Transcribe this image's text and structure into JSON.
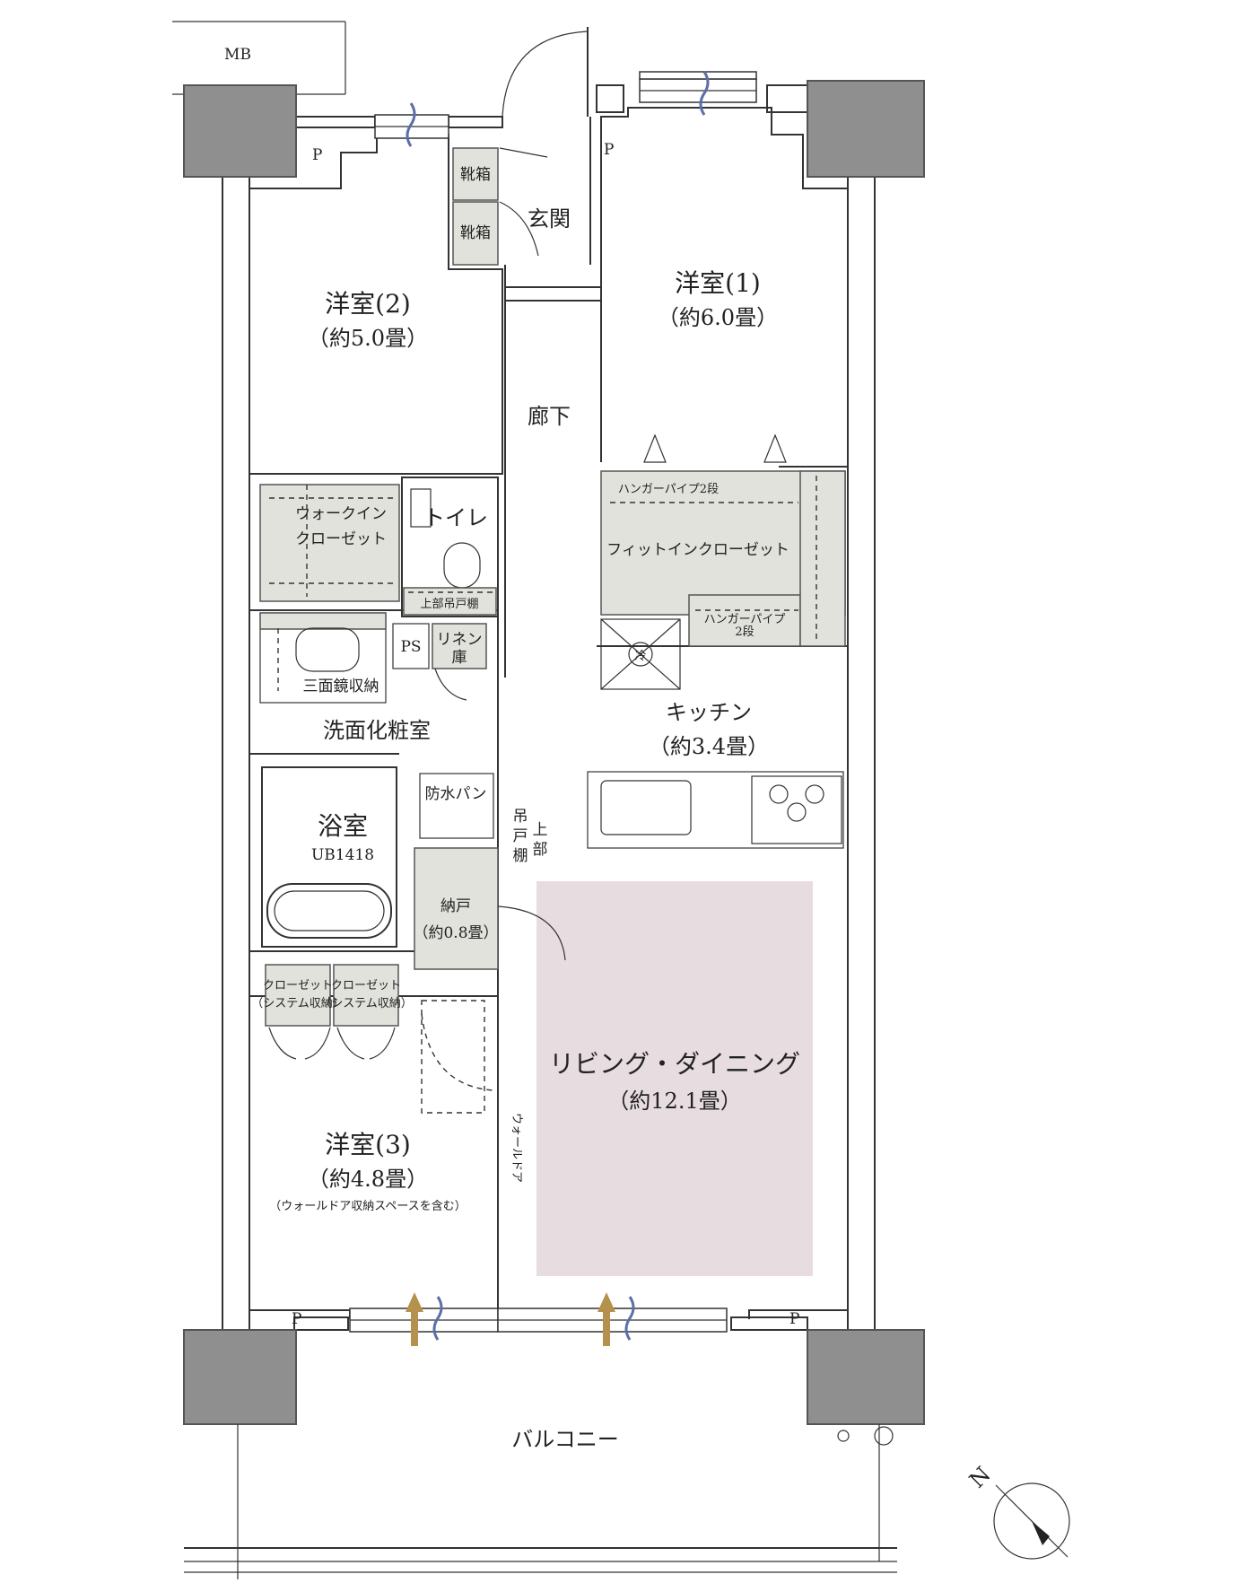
{
  "labels": {
    "mb": "MB",
    "p1": "P",
    "p2": "P",
    "p3": "P",
    "p4": "P",
    "shoebox1": "靴箱",
    "shoebox2": "靴箱",
    "entrance": "玄関",
    "room1_name": "洋室(1)",
    "room1_size": "（約6.0畳）",
    "room2_name": "洋室(2)",
    "room2_size": "（約5.0畳）",
    "hallway": "廊下",
    "walkin": "ウォークイン",
    "walkin2": "クローゼット",
    "toilet": "トイレ",
    "toilet_shelf": "上部吊戸棚",
    "hanger_pipe_top": "ハンガーパイプ2段",
    "fitin_closet": "フィットインクローゼット",
    "hanger_pipe_a": "ハンガーパイプ",
    "hanger_pipe_b": "2段",
    "ps": "PS",
    "linen_a": "リネン",
    "linen_b": "庫",
    "mirror": "三面鏡収納",
    "vanity": "洗面化粧室",
    "fridge": "冷",
    "kitchen_name": "キッチン",
    "kitchen_size": "（約3.4畳）",
    "waterproof_pan": "防水パン",
    "bath_name": "浴室",
    "bath_model": "UB1418",
    "upper_cab_a": "吊",
    "upper_cab_b": "戸",
    "upper_cab_c": "棚",
    "upper_cab_d": "上",
    "upper_cab_e": "部",
    "storage_name": "納戸",
    "storage_size": "（約0.8畳）",
    "closet_a1": "クローゼット",
    "closet_a2": "（システム収納）",
    "closet_b1": "クローゼット",
    "closet_b2": "（システム収納）",
    "ldk_name": "リビング・ダイニング",
    "ldk_size": "（約12.1畳）",
    "room3_name": "洋室(3)",
    "room3_size": "（約4.8畳）",
    "room3_note": "（ウォールドア収納スペースを含む）",
    "wall_door": "ウォールドア",
    "balcony": "バルコニー",
    "north": "N"
  },
  "colors": {
    "ldk_highlight": "#e7dde0",
    "closet_fill": "#e2e2dd",
    "column_fill": "#8f8f8f",
    "ventilation_arrow": "#b5914e",
    "ventilation_wave": "#5b6fa8"
  }
}
